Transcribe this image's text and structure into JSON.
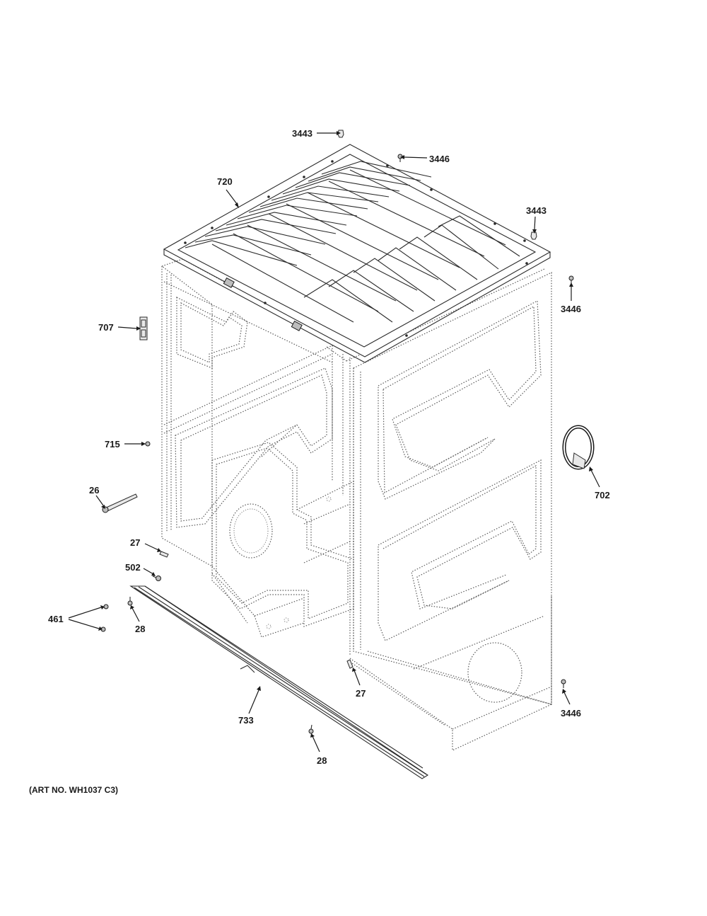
{
  "art_number": "(ART NO. WH1037 C3)",
  "callouts": {
    "c3443_top": "3443",
    "c3446_top": "3446",
    "c720": "720",
    "c3443_right": "3443",
    "c3446_right": "3446",
    "c707": "707",
    "c715": "715",
    "c702": "702",
    "c26": "26",
    "c27_left": "27",
    "c502": "502",
    "c461": "461",
    "c28_left": "28",
    "c27_bottom": "27",
    "c733": "733",
    "c28_bottom": "28",
    "c3446_bottom": "3446"
  }
}
